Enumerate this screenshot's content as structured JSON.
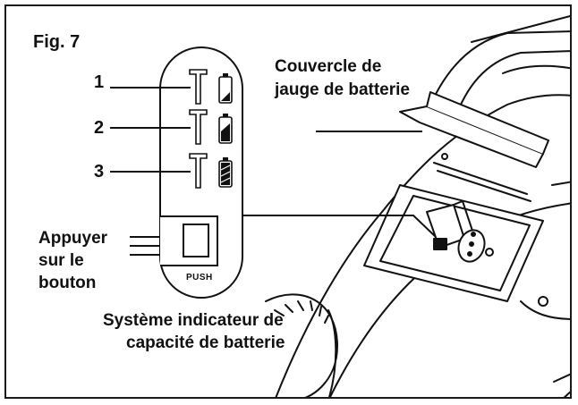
{
  "figure": {
    "label": "Fig. 7"
  },
  "panel": {
    "levels": [
      "1",
      "2",
      "3"
    ],
    "push_text": "PUSH"
  },
  "labels": {
    "cover_line1": "Couvercle de",
    "cover_line2": "jauge de batterie",
    "press_line1": "Appuyer",
    "press_line2": "sur le",
    "press_line3": "bouton",
    "system_line1": "Système indicateur de",
    "system_line2": "capacité de batterie"
  }
}
